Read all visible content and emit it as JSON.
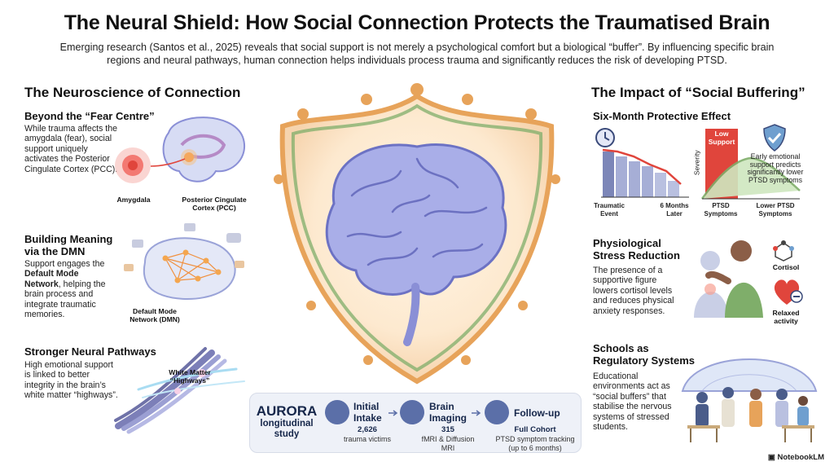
{
  "title": "The Neural Shield: How Social Connection Protects the Traumatised Brain",
  "intro": "Emerging research (Santos et al., 2025) reveals that social support is not merely a psychological comfort but a biological “buffer”. By influencing specific brain regions and neural pathways, human connection helps individuals process trauma and significantly reduces the risk of developing PTSD.",
  "left": {
    "heading": "The Neuroscience of Connection",
    "fear": {
      "title": "Beyond the “Fear Centre”",
      "text": "While trauma affects the amygdala (fear), social support uniquely activates the Posterior Cingulate Cortex (PCC).",
      "label_amygdala": "Amygdala",
      "label_pcc": "Posterior Cingulate Cortex (PCC)"
    },
    "dmn": {
      "title": "Building Meaning via the DMN",
      "text_pre": "Support engages the ",
      "text_bold": "Default Mode Network",
      "text_post": ", helping the brain process and integrate traumatic memories.",
      "label": "Default Mode Network (DMN)"
    },
    "pathways": {
      "title": "Stronger Neural Pathways",
      "text": "High emotional support is linked to better integrity in the brain’s white matter “highways”.",
      "label": "White Matter “Highways”"
    }
  },
  "right": {
    "heading": "The Impact of “Social Buffering”",
    "sixmonth": {
      "title": "Six-Month Protective Effect",
      "x_left": "Traumatic Event",
      "x_right": "6 Months Later",
      "severity": "Severity",
      "low_support": "Low Support",
      "early_text": "Early emotional support predicts significantly lower PTSD symptoms",
      "ptsd": "PTSD Symptoms",
      "lower_ptsd": "Lower PTSD Symptoms"
    },
    "stress": {
      "title": "Physiological Stress Reduction",
      "text": "The presence of a supportive figure lowers cortisol levels and reduces physical anxiety responses.",
      "cortisol": "Cortisol",
      "relaxed": "Relaxed activity"
    },
    "schools": {
      "title": "Schools as Regulatory Systems",
      "text": "Educational environments act as “social buffers” that stabilise the nervous systems of stressed students."
    }
  },
  "aurora": {
    "title": "AURORA",
    "subtitle": "longitudinal study",
    "steps": [
      {
        "title": "Initial Intake",
        "number": "2,626",
        "desc": "trauma victims"
      },
      {
        "title": "Brain Imaging",
        "number": "315",
        "desc": "fMRI & Diffusion MRI"
      },
      {
        "title": "Follow-up",
        "number": "Full Cohort",
        "desc": "PTSD symptom tracking (up to 6 months)"
      }
    ]
  },
  "brand": "NotebookLM",
  "colors": {
    "accent_red": "#e0453c",
    "accent_blue": "#5b6fa8",
    "brain_purple": "#8a8fd6",
    "shield_orange": "#e7a35a",
    "leaf_green": "#7fae6a"
  }
}
